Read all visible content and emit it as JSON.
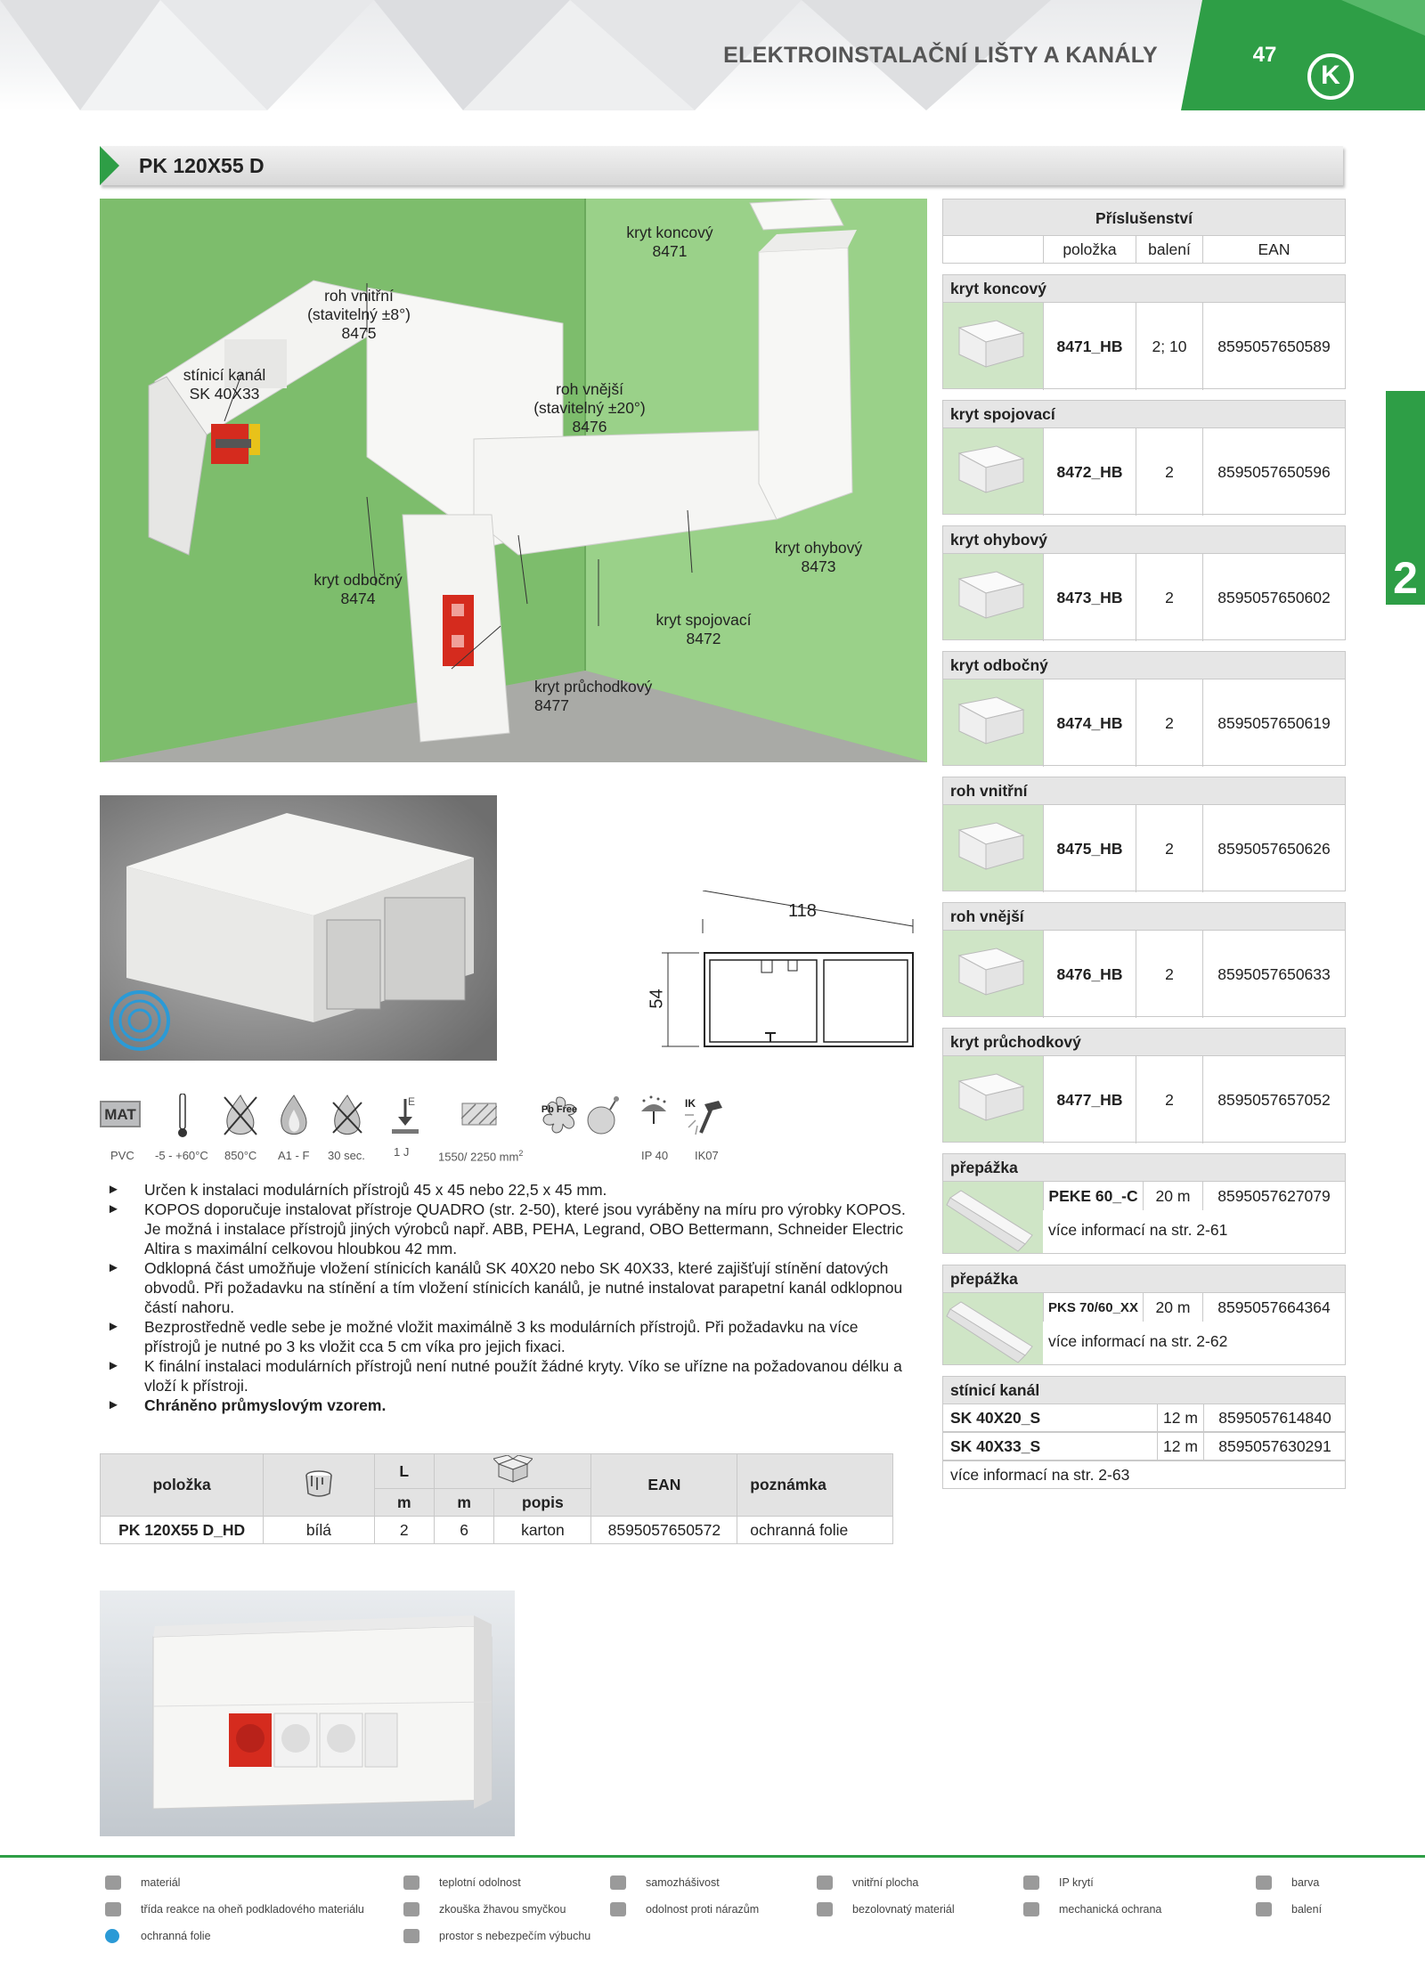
{
  "header": {
    "section_title": "ELEKTROINSTALAČNÍ LIŠTY A KANÁLY",
    "page_number": "47",
    "logo_letter": "K"
  },
  "chapter_tab": "2",
  "product": {
    "title": "PK 120X55 D"
  },
  "illustration_callouts": [
    {
      "text": "kryt koncový\n8471"
    },
    {
      "text": "roh vnitřní\n(stavitelný ±8°)\n8475"
    },
    {
      "text": "stínicí kanál\nSK 40X33"
    },
    {
      "text": "roh vnější\n(stavitelný ±20°)\n8476"
    },
    {
      "text": "kryt ohybový\n8473"
    },
    {
      "text": "kryt odbočný\n8474"
    },
    {
      "text": "kryt spojovací\n8472"
    },
    {
      "text": "kryt průchodkový\n8477"
    }
  ],
  "dimensions": {
    "width": "118",
    "height": "54"
  },
  "symbols": {
    "mat_badge": "MAT",
    "pb_free": "Pb Free",
    "ik_badge": "IK",
    "energy_label": "E",
    "labels": [
      "PVC",
      "-5 - +60°C",
      "850°C",
      "A1 - F",
      "30 sec.",
      "1 J",
      "1550/ 2250 mm",
      "IP 40",
      "IK07"
    ],
    "area_superscript": "2"
  },
  "bullets": [
    {
      "text": "Určen k instalaci modulárních přístrojů 45 x 45 nebo 22,5 x 45 mm.",
      "bold": false
    },
    {
      "text": "KOPOS doporučuje instalovat přístroje QUADRO (str. 2-50), které jsou vyráběny na míru pro výrobky KOPOS. Je možná i instalace přístrojů jiných výrobců např. ABB, PEHA, Legrand, OBO Bettermann, Schneider Electric Altira s maximální celkovou hloubkou 42 mm.",
      "bold": false
    },
    {
      "text": "Odklopná část umožňuje vložení stínicích kanálů SK 40X20 nebo SK 40X33, které zajišťují stínění datových obvodů. Při požadavku na stínění a tím vložení stínicích kanálů, je nutné instalovat parapetní kanál odklopnou částí nahoru.",
      "bold": false
    },
    {
      "text": "Bezprostředně vedle sebe je možné vložit maximálně 3 ks modulárních přístrojů. Při požadavku na více přístrojů je nutné po 3 ks vložit cca 5 cm víka pro jejich fixaci.",
      "bold": false
    },
    {
      "text": "K finální instalaci modulárních přístrojů není nutné použít žádné kryty. Víko se uřízne na požadovanou délku a vloží k přístroji.",
      "bold": false
    },
    {
      "text": "Chráněno průmyslovým vzorem.",
      "bold": true
    }
  ],
  "order_table": {
    "headers": {
      "item": "položka",
      "length": "L",
      "m1": "m",
      "m2": "m",
      "desc": "popis",
      "ean": "EAN",
      "note": "poznámka"
    },
    "rows": [
      {
        "item": "PK 120X55 D_HD",
        "color": "bílá",
        "length_m": "2",
        "pack_m": "6",
        "desc": "karton",
        "ean": "8595057650572",
        "note": "ochranná folie"
      }
    ]
  },
  "accessories": {
    "title": "Příslušenství",
    "headers": {
      "item": "položka",
      "pack": "balení",
      "ean": "EAN"
    },
    "sections": [
      {
        "name": "kryt koncový",
        "code": "8471_HB",
        "pack": "2; 10",
        "ean": "8595057650589"
      },
      {
        "name": "kryt spojovací",
        "code": "8472_HB",
        "pack": "2",
        "ean": "8595057650596"
      },
      {
        "name": "kryt ohybový",
        "code": "8473_HB",
        "pack": "2",
        "ean": "8595057650602"
      },
      {
        "name": "kryt odbočný",
        "code": "8474_HB",
        "pack": "2",
        "ean": "8595057650619"
      },
      {
        "name": "roh vnitřní",
        "code": "8475_HB",
        "pack": "2",
        "ean": "8595057650626"
      },
      {
        "name": "roh vnější",
        "code": "8476_HB",
        "pack": "2",
        "ean": "8595057650633"
      },
      {
        "name": "kryt průchodkový",
        "code": "8477_HB",
        "pack": "2",
        "ean": "8595057657052"
      },
      {
        "name": "přepážka",
        "code": "PEKE 60_-C",
        "pack": "20 m",
        "ean": "8595057627079",
        "more": "více informací na str. 2-61"
      },
      {
        "name": "přepážka",
        "code": "PKS 70/60_XX",
        "pack": "20 m",
        "ean": "8595057664364",
        "more": "více informací na str. 2-62"
      }
    ],
    "shield": {
      "name": "stínicí kanál",
      "rows": [
        {
          "code": "SK 40X20_S",
          "pack": "12 m",
          "ean": "8595057614840"
        },
        {
          "code": "SK 40X33_S",
          "pack": "12 m",
          "ean": "8595057630291"
        }
      ],
      "more": "více informací na str. 2-63"
    }
  },
  "legend": [
    {
      "icon": "mat-icon",
      "text": "materiál"
    },
    {
      "icon": "thermometer-icon",
      "text": "teplotní odolnost"
    },
    {
      "icon": "self-extinguishing-icon",
      "text": "samozhášivost"
    },
    {
      "icon": "inner-area-icon",
      "text": "vnitřní plocha"
    },
    {
      "icon": "ip-rating-icon",
      "text": "IP krytí"
    },
    {
      "icon": "paint-bucket-icon",
      "text": "barva"
    },
    {
      "icon": "fire-class-icon",
      "text": "třída reakce na oheň podkladového materiálu"
    },
    {
      "icon": "glow-wire-icon",
      "text": "zkouška žhavou smyčkou"
    },
    {
      "icon": "impact-icon",
      "text": "odolnost proti nárazům"
    },
    {
      "icon": "halogen-free-icon",
      "text": "bezolovnatý materiál"
    },
    {
      "icon": "ik-protection-icon",
      "text": "mechanická ochrana"
    },
    {
      "icon": "package-icon",
      "text": "balení"
    },
    {
      "icon": "protective-foil-icon",
      "text": "ochranná folie"
    },
    {
      "icon": "explosion-icon",
      "text": "prostor s nebezpečím výbuchu"
    }
  ],
  "colors": {
    "brand_green": "#2e9e46",
    "wall_green": "#8bc77a",
    "table_grey": "#e3e3e3",
    "socket_red": "#d52b1e"
  }
}
